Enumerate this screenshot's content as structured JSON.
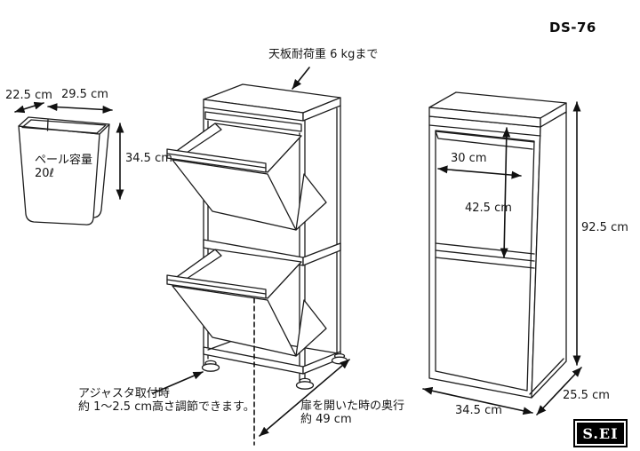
{
  "header": {
    "model": "DS-76"
  },
  "logo": {
    "text": "S.EI"
  },
  "annotations": {
    "top_load": "天板耐荷重 6 kgまで",
    "adjuster_line1": "アジャスタ取付時",
    "adjuster_line2": "約 1〜2.5 cm高さ調節できます。",
    "open_depth_line1": "扉を開いた時の奥行",
    "open_depth_line2": "約 49 cm"
  },
  "pail": {
    "label_line1": "ペール容量",
    "label_line2": "20ℓ",
    "depth": "22.5 cm",
    "width": "29.5 cm",
    "height": "34.5 cm"
  },
  "closed_view": {
    "door_width": "30 cm",
    "door_height": "42.5 cm",
    "total_height": "92.5 cm",
    "depth": "25.5 cm",
    "width": "34.5 cm"
  },
  "colors": {
    "line": "#1c1c1c",
    "background": "#ffffff",
    "logo_bg": "#000000",
    "logo_text": "#ffffff"
  }
}
